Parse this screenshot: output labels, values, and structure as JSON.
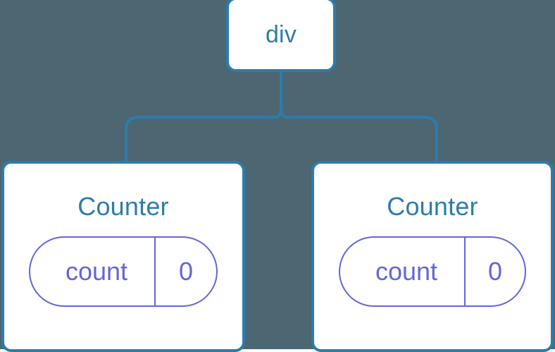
{
  "diagram": {
    "type": "component-tree",
    "background_color": "#4c6672",
    "node_border_color": "#2d7cab",
    "node_fill_color": "#ffffff",
    "title_color": "#2d7cab",
    "state_color": "#6366d8",
    "connector_color": "#2d7cab",
    "root": {
      "label": "div"
    },
    "children": [
      {
        "label": "Counter",
        "state": {
          "key": "count",
          "value": "0"
        }
      },
      {
        "label": "Counter",
        "state": {
          "key": "count",
          "value": "0"
        }
      }
    ]
  }
}
